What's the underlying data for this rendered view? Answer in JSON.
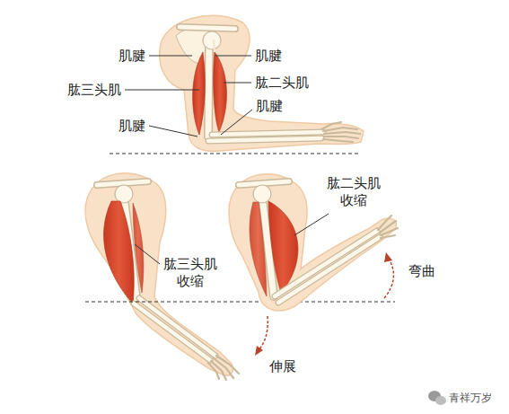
{
  "diagram": {
    "labels": [
      "肌腱",
      "肌腱",
      "肱三头肌",
      "肱二头肌",
      "肌腱",
      "肌腱",
      "肱二头肌 收缩",
      "肱三头肌 收缩",
      "弯曲",
      "伸展",
      "青祥万岁"
    ]
  }
}
